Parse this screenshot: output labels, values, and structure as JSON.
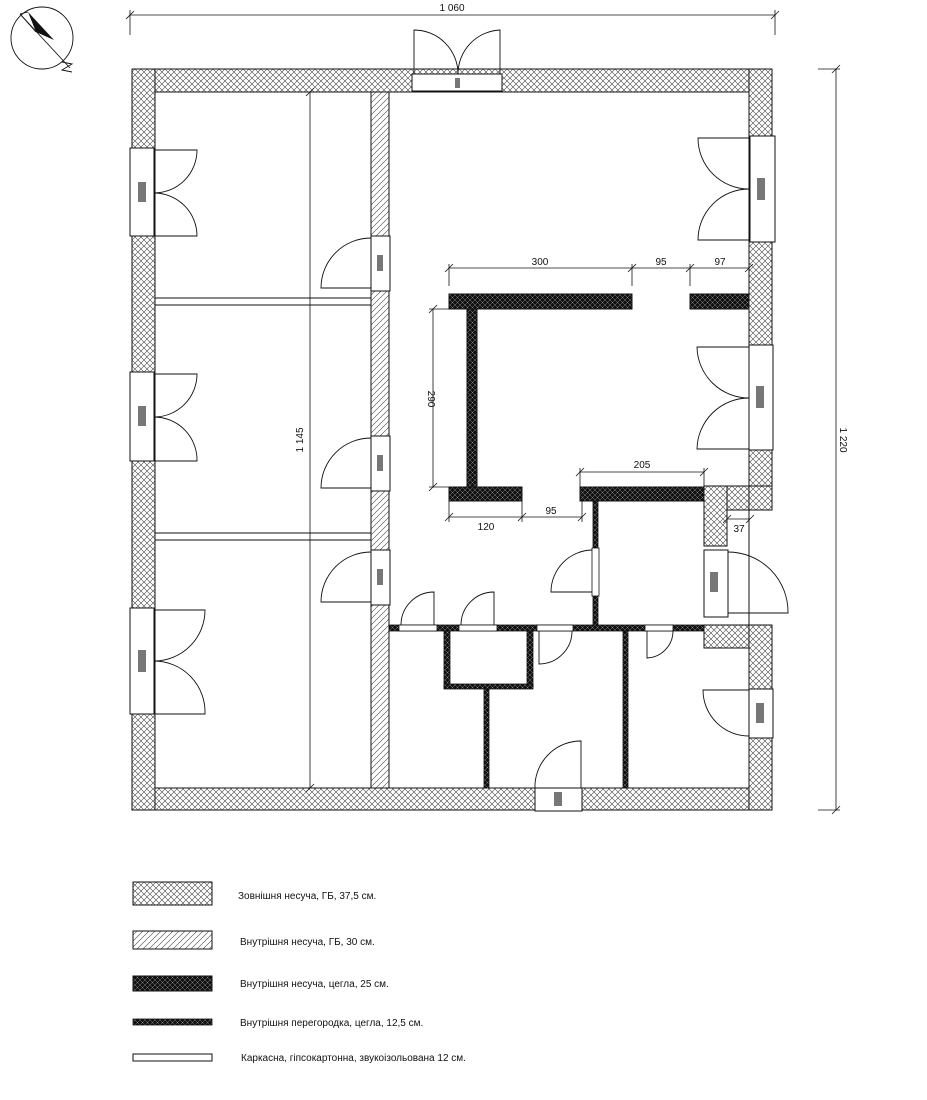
{
  "dimensions": {
    "overall_width": "1 060",
    "overall_height": "1 220",
    "interior_height": "1 145",
    "d300": "300",
    "d95_top": "95",
    "d97": "97",
    "d290": "290",
    "d205": "205",
    "d120": "120",
    "d95_bottom": "95",
    "d37": "37"
  },
  "legend": [
    {
      "label": "Зовнішня несуча, ГБ, 37,5 см."
    },
    {
      "label": "Внутрішня несуча, ГБ, 30 см."
    },
    {
      "label": "Внутрішня несуча, цегла, 25 см."
    },
    {
      "label": "Внутрішня перегородка, цегла, 12,5 см."
    },
    {
      "label": "Каркасна, гіпсокартонна, звукоізольована 12 см."
    }
  ]
}
